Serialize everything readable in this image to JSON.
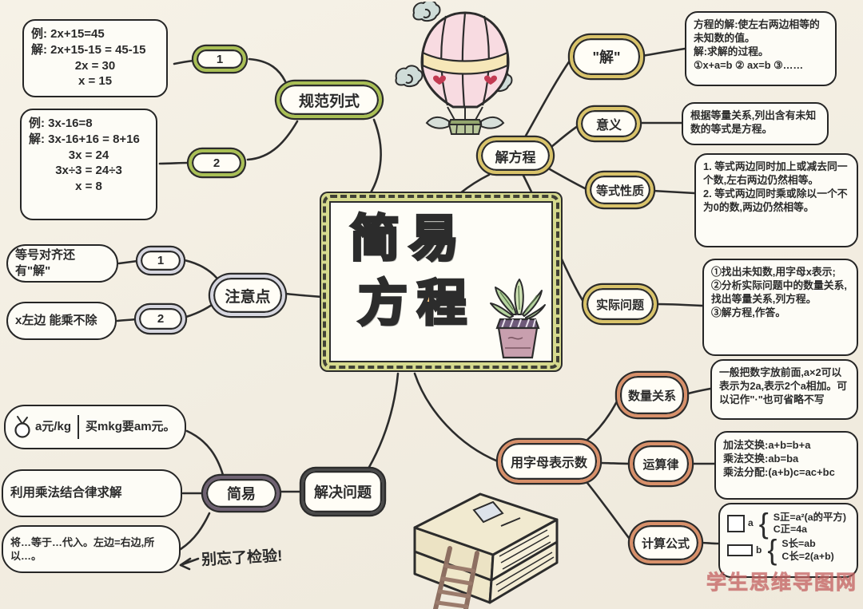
{
  "watermark": "学生思维导图网",
  "center": {
    "title_top": "简易",
    "title_bottom": "方程"
  },
  "guifan": {
    "label": "规范列式",
    "badge1": "1",
    "badge2": "2",
    "example1_lines": [
      "例: 2x+15=45",
      "解: 2x+15-15 = 45-15",
      "2x = 30",
      "x = 15"
    ],
    "example2_lines": [
      "例: 3x-16=8",
      "解: 3x-16+16 = 8+16",
      "3x = 24",
      "3x÷3 = 24÷3",
      "x = 8"
    ]
  },
  "zhuyidian": {
    "label": "注意点",
    "badge1": "1",
    "badge2": "2",
    "note1": "等号对齐还有\"解\"",
    "note2": "x左边 能乘不除"
  },
  "jiejue": {
    "inner_label": "简易",
    "label": "解决问题",
    "price_left": "a元/kg",
    "price_right": "买mkg要am元。",
    "note_method": "利用乘法结合律求解",
    "note_substitute": "将…等于…代入。左边=右边,所以…。",
    "arrow_note": "别忘了检验!"
  },
  "jiefangcheng": {
    "label": "解方程",
    "jie": {
      "label": "\"解\"",
      "line1": "方程的解:使左右两边相等的未知数的值。",
      "line2": "解:求解的过程。",
      "line3": "①x+a=b ② ax=b ③……"
    },
    "yiyi": {
      "label": "意义",
      "text": "根据等量关系,列出含有未知数的等式是方程。"
    },
    "dengshi": {
      "label": "等式性质",
      "line1": "1. 等式两边同时加上或减去同一个数,左右两边仍然相等。",
      "line2": "2. 等式两边同时乘或除以一个不为0的数,两边仍然相等。"
    },
    "shiji": {
      "label": "实际问题",
      "line1": "①找出未知数,用字母x表示;",
      "line2": "②分析实际问题中的数量关系,找出等量关系,列方程。",
      "line3": "③解方程,作答。"
    }
  },
  "zimu": {
    "label": "用字母表示数",
    "shuliang": {
      "label": "数量关系",
      "text": "一般把数字放前面,a×2可以表示为2a,表示2个a相加。可以记作\"·\"也可省略不写"
    },
    "yunsuan": {
      "label": "运算律",
      "line1": "加法交换:a+b=b+a",
      "line2": "乘法交换:ab=ba",
      "line3": "乘法分配:(a+b)c=ac+bc"
    },
    "gongshi": {
      "label": "计算公式",
      "square_label": "a",
      "square_line1": "S正=a²(a的平方)",
      "square_line2": "C正=4a",
      "rect_label": "b",
      "rect_line1": "S长=ab",
      "rect_line2": "C长=2(a+b)"
    }
  }
}
